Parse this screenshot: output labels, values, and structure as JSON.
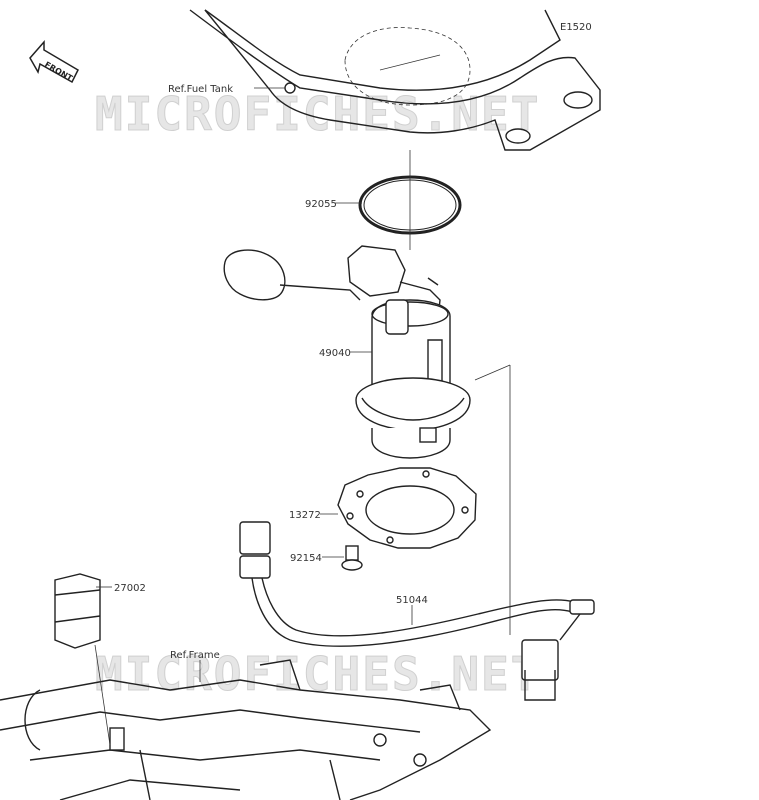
{
  "diagram_code": "E1520",
  "front_label": "FRONT",
  "watermark": "MICROFICHES.NET",
  "labels": {
    "fuel_tank": "Ref.Fuel Tank",
    "ring": "92055",
    "pump": "49040",
    "gasket": "13272",
    "bolt": "92154",
    "relay": "27002",
    "harness": "51044",
    "frame": "Ref.Frame"
  }
}
